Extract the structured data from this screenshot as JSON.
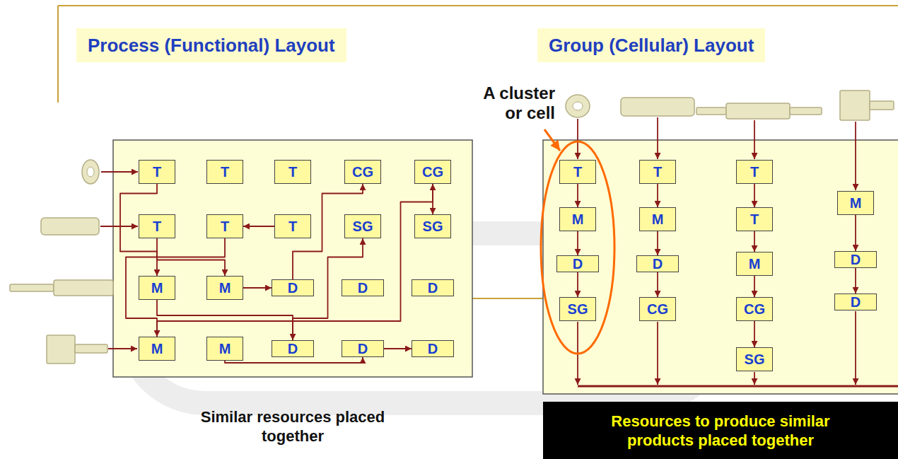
{
  "diagram": {
    "nodes": [
      {
        "text": [
          "Process (Functional) Layout"
        ]
      },
      {
        "text": [
          "Similar resources placed together"
        ]
      },
      {
        "text": [
          "T"
        ],
        "in": 1
      },
      {
        "text": [
          "T"
        ],
        "in": 1
      },
      {
        "text": [
          "T"
        ],
        "in": 1
      },
      {
        "text": [
          "CG"
        ],
        "in": 1
      },
      {
        "text": [
          "CG"
        ],
        "in": 1
      },
      {
        "text": [
          "T"
        ],
        "in": 1
      },
      {
        "text": [
          "T"
        ],
        "in": 1
      },
      {
        "text": [
          "T"
        ],
        "in": 1
      },
      {
        "text": [
          "SG"
        ],
        "in": 1
      },
      {
        "text": [
          "SG"
        ],
        "in": 1
      },
      {
        "text": [
          "M"
        ],
        "in": 1
      },
      {
        "text": [
          "M"
        ],
        "in": 1
      },
      {
        "text": [
          "D"
        ],
        "in": 1
      },
      {
        "text": [
          "D"
        ],
        "in": 1
      },
      {
        "text": [
          "D"
        ],
        "in": 1
      },
      {
        "text": [
          "M"
        ],
        "in": 1
      },
      {
        "text": [
          "M"
        ],
        "in": 1
      },
      {
        "text": [
          "D"
        ],
        "in": 1
      },
      {
        "text": [
          "D"
        ],
        "in": 1
      },
      {
        "text": [
          "D"
        ],
        "in": 1
      },
      {
        "text": [
          "Group (Cellular) Layout"
        ]
      },
      {
        "text": [
          "Resources to produce similar products placed together"
        ]
      },
      {
        "text": [
          "T"
        ],
        "in": 23
      },
      {
        "text": [
          "M"
        ],
        "in": 23
      },
      {
        "text": [
          "D"
        ],
        "in": 23
      },
      {
        "text": [
          "SG"
        ],
        "in": 23
      },
      {
        "text": [
          "T"
        ],
        "in": 23
      },
      {
        "text": [
          "M"
        ],
        "in": 23
      },
      {
        "text": [
          "D"
        ],
        "in": 23
      },
      {
        "text": [
          "CG"
        ],
        "in": 23
      },
      {
        "text": [
          "T"
        ],
        "in": 23
      },
      {
        "text": [
          "T"
        ],
        "in": 23
      },
      {
        "text": [
          "M"
        ],
        "in": 23
      },
      {
        "text": [
          "CG"
        ],
        "in": 23
      },
      {
        "text": [
          "SG"
        ],
        "in": 23
      },
      {
        "text": [
          "M"
        ],
        "in": 23
      },
      {
        "text": [
          "D"
        ],
        "in": 23
      },
      {
        "text": [
          "D"
        ],
        "in": 23
      }
    ],
    "edges": [
      {
        "from": 2,
        "to": 12,
        "arrow": "to"
      },
      {
        "from": 12,
        "to": 19,
        "arrow": "to"
      },
      {
        "from": 19,
        "to": 10,
        "arrow": "to"
      },
      {
        "from": 7,
        "to": 13,
        "arrow": "to"
      },
      {
        "from": 13,
        "to": 14,
        "arrow": "to"
      },
      {
        "from": 14,
        "to": 5,
        "arrow": "to"
      },
      {
        "from": 9,
        "to": 8,
        "arrow": "to"
      },
      {
        "from": 8,
        "to": 17,
        "arrow": "to"
      },
      {
        "from": 17,
        "to": 6,
        "arrow": "to"
      },
      {
        "from": 6,
        "to": 11,
        "arrow": "to"
      },
      {
        "from": 18,
        "to": 20,
        "arrow": "to"
      },
      {
        "from": 20,
        "to": 21,
        "arrow": "to"
      },
      {
        "from": 24,
        "to": 25,
        "arrow": "to"
      },
      {
        "from": 25,
        "to": 26,
        "arrow": "to"
      },
      {
        "from": 26,
        "to": 27,
        "arrow": "to"
      },
      {
        "from": 28,
        "to": 29,
        "arrow": "to"
      },
      {
        "from": 29,
        "to": 30,
        "arrow": "to"
      },
      {
        "from": 30,
        "to": 31,
        "arrow": "to"
      },
      {
        "from": 32,
        "to": 33,
        "arrow": "to"
      },
      {
        "from": 33,
        "to": 34,
        "arrow": "to"
      },
      {
        "from": 34,
        "to": 35,
        "arrow": "to"
      },
      {
        "from": 35,
        "to": 36,
        "arrow": "to"
      },
      {
        "from": 37,
        "to": 38,
        "arrow": "to"
      },
      {
        "from": 38,
        "to": 39,
        "arrow": "to"
      }
    ],
    "labels": [
      "A cluster or cell"
    ]
  }
}
